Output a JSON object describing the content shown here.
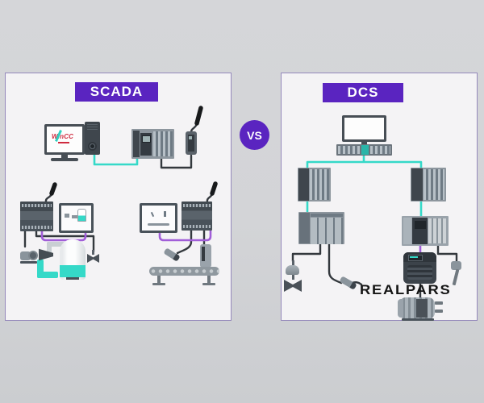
{
  "comparison": {
    "left": {
      "title": "SCADA"
    },
    "right": {
      "title": "DCS"
    },
    "vs_label": "VS"
  },
  "branding": {
    "watermark": "REALPARS",
    "scada_software_logo": "WinCC"
  },
  "colors": {
    "header_purple": "#5a24c0",
    "panel_border": "#9488bb",
    "panel_background": "#f4f3f5",
    "page_background": "#d3d4d7",
    "network_cable_teal": "#35d9c8",
    "hmi_cable_purple": "#a15ed8",
    "field_cable_dark": "#33383d",
    "equipment_dark": "#3f464d",
    "equipment_mid": "#8a949c",
    "wincc_red": "#cf2b3f",
    "watermark_black": "#141414"
  },
  "scada_panel_components": [
    "engineering-workstation-monitor",
    "pc-tower",
    "modular-plc-rack",
    "wireless-radio-module",
    "antenna",
    "compact-plc-left",
    "hmi-panel-left",
    "pump",
    "control-valve",
    "storage-tank",
    "outlet-valve",
    "hmi-panel-right",
    "compact-plc-right",
    "proximity-sensor",
    "photoelectric-sensor",
    "conveyor-belt"
  ],
  "dcs_panel_components": [
    "operator-station-monitor",
    "server-rack",
    "controller-rack-left",
    "remote-io-rack-left",
    "controller-rack-right",
    "cpu-rack-right",
    "control-valve",
    "proximity-sensor",
    "vfd-drive",
    "electric-motor",
    "temperature-transmitter"
  ]
}
